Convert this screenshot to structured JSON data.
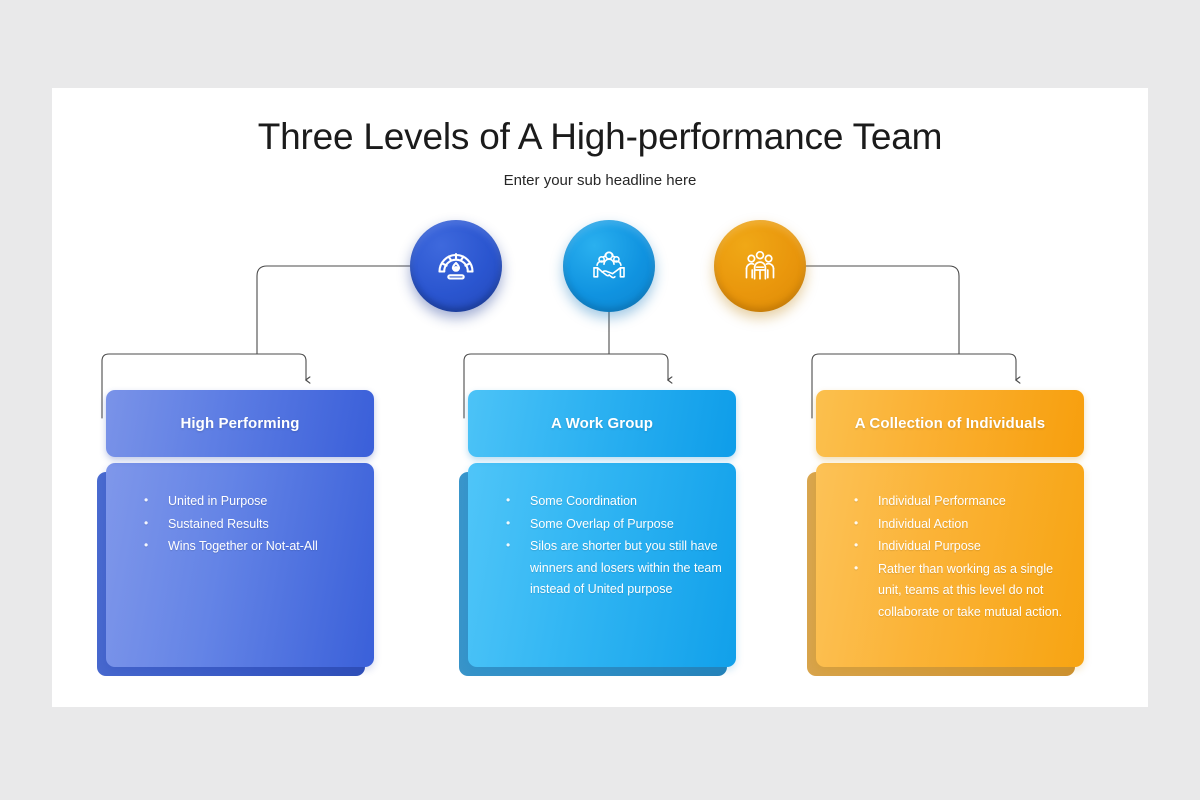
{
  "slide": {
    "title": "Three Levels of A High-performance Team",
    "subtitle": "Enter your sub headline here",
    "background_color": "#e9e9ea",
    "canvas_color": "#ffffff"
  },
  "icons": [
    {
      "name": "speedometer-gauge-icon",
      "circle_color": "#2a55cf"
    },
    {
      "name": "handshake-teamwork-icon",
      "circle_color": "#1093e0"
    },
    {
      "name": "group-of-people-icon",
      "circle_color": "#e9960c"
    }
  ],
  "columns": [
    {
      "heading": "High Performing",
      "accent_color": "#3a5fd9",
      "bullets": [
        "United in Purpose",
        "Sustained Results",
        "Wins Together or Not-at-All"
      ]
    },
    {
      "heading": "A Work Group",
      "accent_color": "#0e9de9",
      "bullets": [
        "Some Coordination",
        "Some Overlap of Purpose",
        "Silos are shorter but you still have winners and losers within the team instead of United purpose"
      ]
    },
    {
      "heading": "A Collection of Individuals",
      "accent_color": "#f79f0d",
      "bullets": [
        "Individual Performance",
        "Individual Action",
        "Individual Purpose",
        "Rather than working as a single unit, teams at this level do not collaborate or take mutual action."
      ]
    }
  ]
}
